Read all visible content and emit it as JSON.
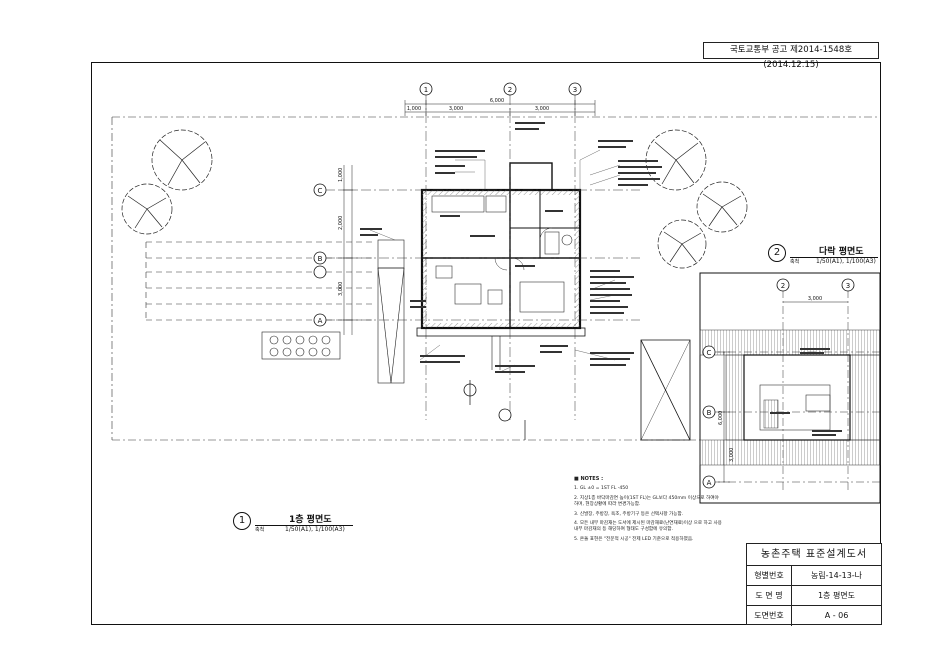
{
  "notice": "국토교통부 공고 제2014-1548호(2014.12.15)",
  "title_block": {
    "header": "농촌주택 표준설계도서",
    "rows": [
      {
        "label": "형별번호",
        "value": "농림-14-13-나"
      },
      {
        "label": "도 면 명",
        "value": "1층 평면도"
      },
      {
        "label": "도면번호",
        "value": "A - 06"
      }
    ]
  },
  "main_plan": {
    "number": "1",
    "title": "1층 평면도",
    "scale_tag": "축척",
    "scale": "1/50(A1), 1/100(A3)"
  },
  "roof_plan": {
    "number": "2",
    "title": "다락 평면도",
    "scale_tag": "축척",
    "scale": "1/50(A1), 1/100(A3)"
  },
  "grid": {
    "cols": [
      "1",
      "2",
      "3"
    ],
    "rows": [
      "C",
      "B",
      "A"
    ],
    "dim_total": "6,000",
    "dim_left": "3,000",
    "dim_right": "3,000",
    "dim_outer": "1,000",
    "dim_roof_top": "3,000",
    "dim_roof_side": "6,000",
    "dim_roof_a": "3,000",
    "dim_side_1": "1,000",
    "dim_side_2": "3,000",
    "dim_side_3": "2,000"
  },
  "notes": {
    "heading": "■ NOTES :",
    "items": [
      "1. GL ±0 = 1ST FL -450",
      "2. 지상1층 바닥마감면 높이(1ST FL)는 GL보다 450mm 이상으로 하여야 하며, 현장상황에 따라 변경가능함.",
      "3. 신발장, 주방장, 욕조, 주방기구 등은 선택사항 가능함.",
      "4. 모든 내부 마감재는 도서에 제시된 마감재료(난연재료)이상 으로 하고 사용 내부 마감재의 등 해당하여 형태도 구성함에 유의함.",
      "5. 온돌 표현은 \"전문적 시공\" 전제 LED 기준으로 적용하였음."
    ]
  },
  "colors": {
    "line": "#111111",
    "hatch": "#555555",
    "paper": "#ffffff"
  }
}
